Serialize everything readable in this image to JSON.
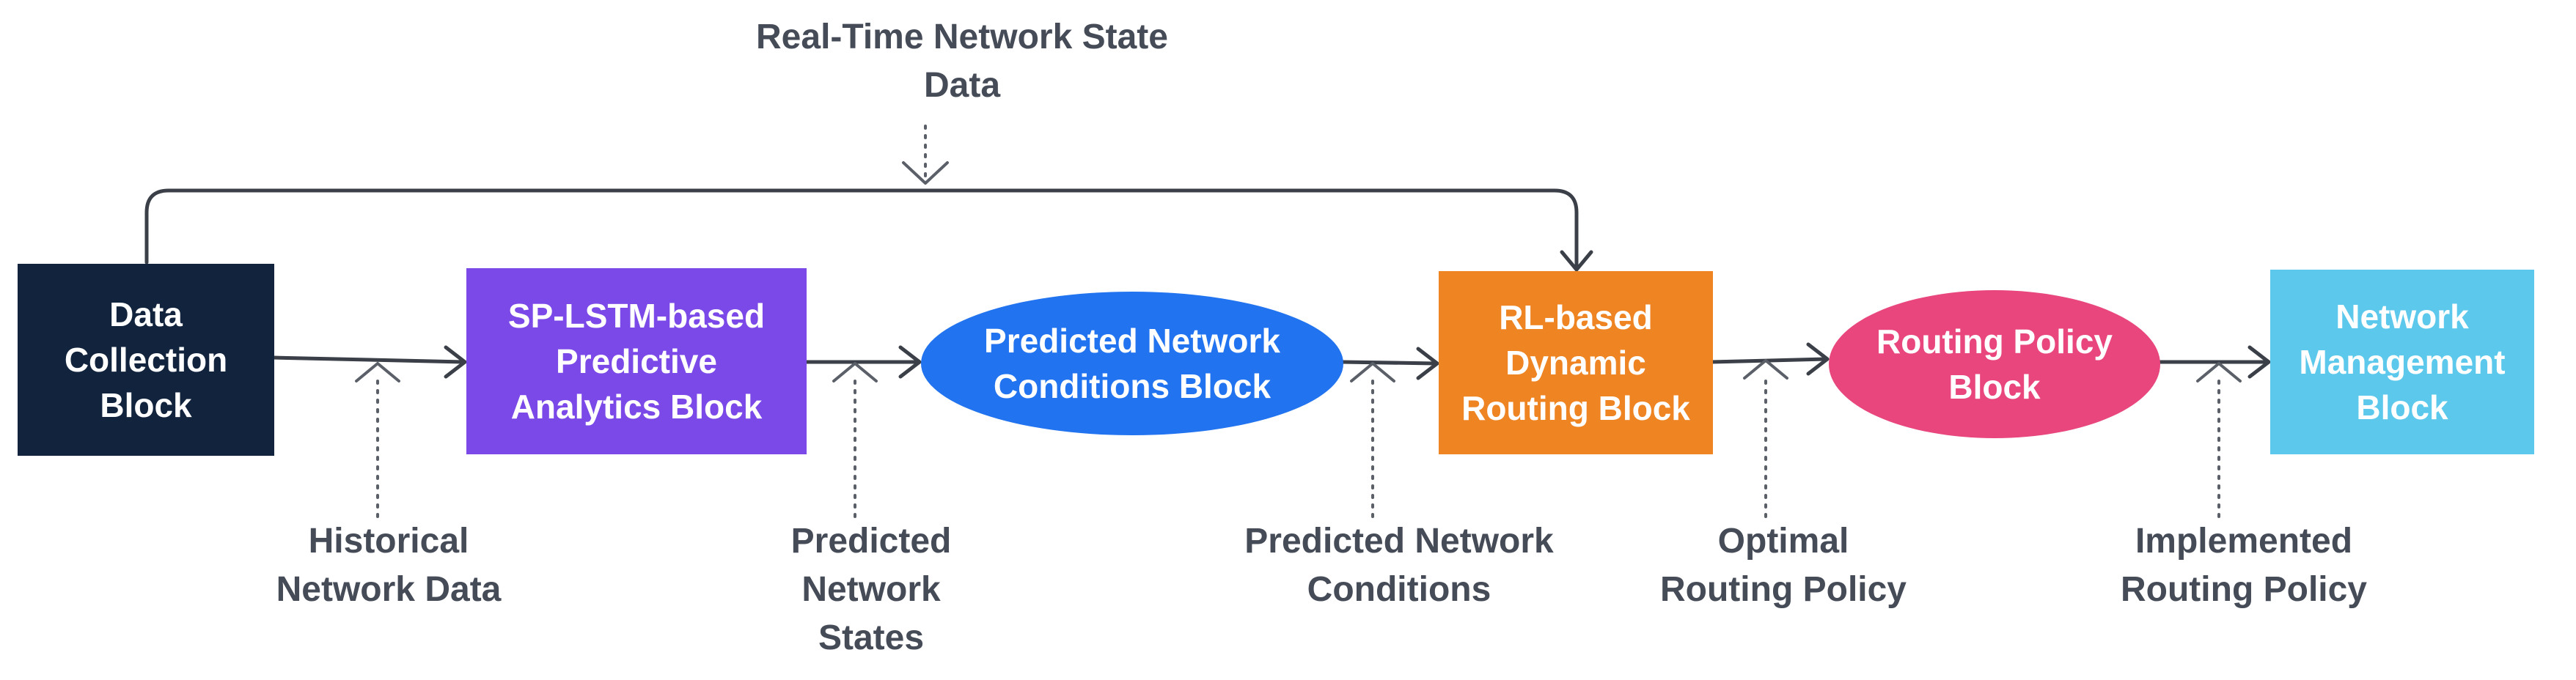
{
  "diagram": {
    "nodes": [
      {
        "id": "data-collection",
        "label": "Data\nCollection\nBlock",
        "shape": "rectangle",
        "color": "#12233d"
      },
      {
        "id": "sp-lstm",
        "label": "SP-LSTM-based\nPredictive\nAnalytics Block",
        "shape": "rectangle",
        "color": "#7b49e8"
      },
      {
        "id": "predicted-conditions-block",
        "label": "Predicted Network\nConditions Block",
        "shape": "ellipse",
        "color": "#2173ef"
      },
      {
        "id": "rl-routing",
        "label": "RL-based\nDynamic\nRouting Block",
        "shape": "rectangle",
        "color": "#ef8423"
      },
      {
        "id": "routing-policy",
        "label": "Routing Policy\nBlock",
        "shape": "ellipse",
        "color": "#e8467c"
      },
      {
        "id": "network-management",
        "label": "Network\nManagement\nBlock",
        "shape": "rectangle",
        "color": "#5cc9ec"
      }
    ],
    "edge_labels": {
      "real_time": "Real-Time Network State\nData",
      "historical": "Historical\nNetwork Data",
      "predicted_states": "Predicted\nNetwork\nStates",
      "predicted_conditions": "Predicted Network\nConditions",
      "optimal_policy": "Optimal\nRouting Policy",
      "implemented_policy": "Implemented\nRouting Policy"
    },
    "edges": [
      {
        "from": "data-collection",
        "to": "sp-lstm",
        "label": "historical"
      },
      {
        "from": "sp-lstm",
        "to": "predicted-conditions-block",
        "label": "predicted_states"
      },
      {
        "from": "predicted-conditions-block",
        "to": "rl-routing",
        "label": "predicted_conditions"
      },
      {
        "from": "rl-routing",
        "to": "routing-policy",
        "label": "optimal_policy"
      },
      {
        "from": "routing-policy",
        "to": "network-management",
        "label": "implemented_policy"
      },
      {
        "from": "data-collection",
        "to": "rl-routing",
        "label": "real_time"
      }
    ],
    "colors": {
      "arrow": "#3a3f48",
      "label_text": "#454b57"
    }
  }
}
